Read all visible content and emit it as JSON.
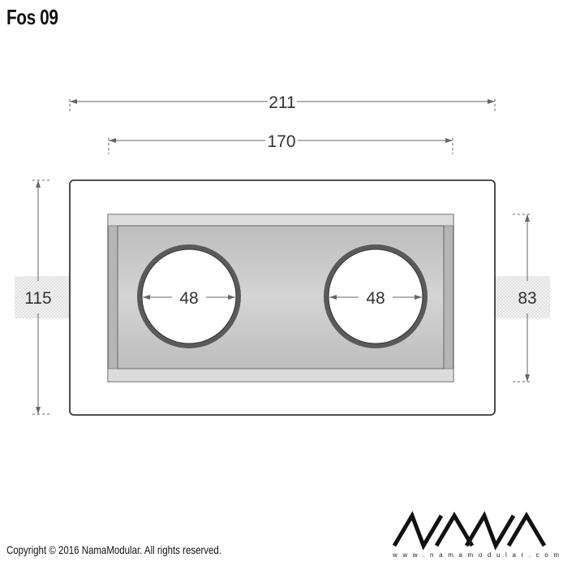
{
  "title": "Fos 09",
  "dimensions": {
    "overall_width": "211",
    "inner_width": "170",
    "overall_height": "115",
    "cutout_height": "83",
    "left_hole_diameter": "48",
    "right_hole_diameter": "48"
  },
  "footer": {
    "copyright": "Copyright © 2016 NamaModular. All rights reserved.",
    "brand_url": "w w w . n a m a m o d u l a r . c o m"
  },
  "logo": {
    "text": "NAMA"
  },
  "colors": {
    "line": "#555555",
    "frame_fill": "#ffffff",
    "recess_fill": "#c8c8c8",
    "hole_ring": "#5a5a5a",
    "hatch": "#d6d6d6"
  }
}
